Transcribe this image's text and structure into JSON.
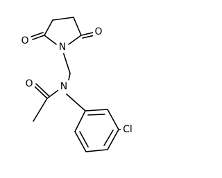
{
  "structure": {
    "atoms": [
      {
        "id": "n_imide",
        "label": "N"
      },
      {
        "id": "o_imide_left",
        "label": "O"
      },
      {
        "id": "o_imide_right",
        "label": "O"
      },
      {
        "id": "n_amide",
        "label": "N"
      },
      {
        "id": "o_acetyl",
        "label": "O"
      },
      {
        "id": "cl",
        "label": "Cl"
      }
    ]
  },
  "colors": {
    "bond": "#000000",
    "label": "#000000",
    "background": "#ffffff"
  }
}
